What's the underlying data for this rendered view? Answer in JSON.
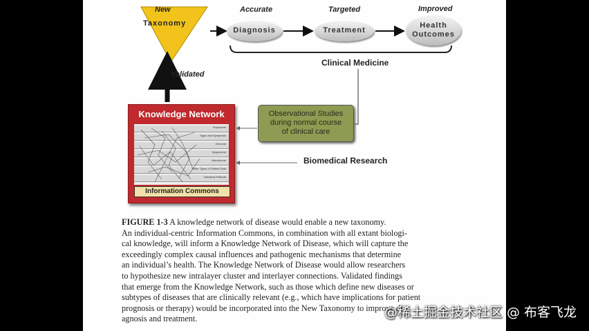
{
  "diagram": {
    "new_label": "New",
    "taxonomy_label": "Taxonomy",
    "accurate_label": "Accurate",
    "diagnosis_label": "Diagnosis",
    "targeted_label": "Targeted",
    "treatment_label": "Treatment",
    "improved_label": "Improved",
    "health_label": "Health",
    "outcomes_label": "Outcomes",
    "clinical_medicine_label": "Clinical Medicine",
    "validated_label": "Validated",
    "knowledge_network_title": "Knowledge Network",
    "information_commons_label": "Information Commons",
    "observational_lines": [
      "Observational Studies",
      "during normal course",
      "of clinical care"
    ],
    "biomedical_research_label": "Biomedical Research",
    "layers": [
      "Exposome",
      "Signs and Symptoms",
      "Genome",
      "Epigenome",
      "Microbiome",
      "Other Types of Patient Data",
      "Individual Patients"
    ],
    "colors": {
      "taxonomy_triangle": "#f2c31a",
      "knowledge_box": "#c0292d",
      "observational_box": "#8e9b52",
      "commons_bar": "#f2e1a8"
    }
  },
  "caption": {
    "figure_number": "FIGURE 1-3",
    "figure_title": " A knowledge network of disease would enable a new taxonomy.",
    "lines": [
      "An individual-centric Information Commons, in combination with all extant biologi-",
      "cal knowledge, will inform a Knowledge Network of Disease, which will capture the",
      "exceedingly complex causal influences and pathogenic mechanisms that determine",
      "an individual’s health. The Knowledge Network of Disease would allow researchers",
      "to hypothesize new intralayer cluster and interlayer connections. Validated findings",
      "that emerge from the Knowledge Network, such as those which define new diseases or",
      "subtypes of diseases that are clinically relevant (e.g., which have implications for patient",
      "prognosis or therapy) would be incorporated into the New Taxonomy to improve di-",
      "agnosis and treatment."
    ]
  },
  "watermark": "@稀土掘金技术社区 @ 布客飞龙"
}
